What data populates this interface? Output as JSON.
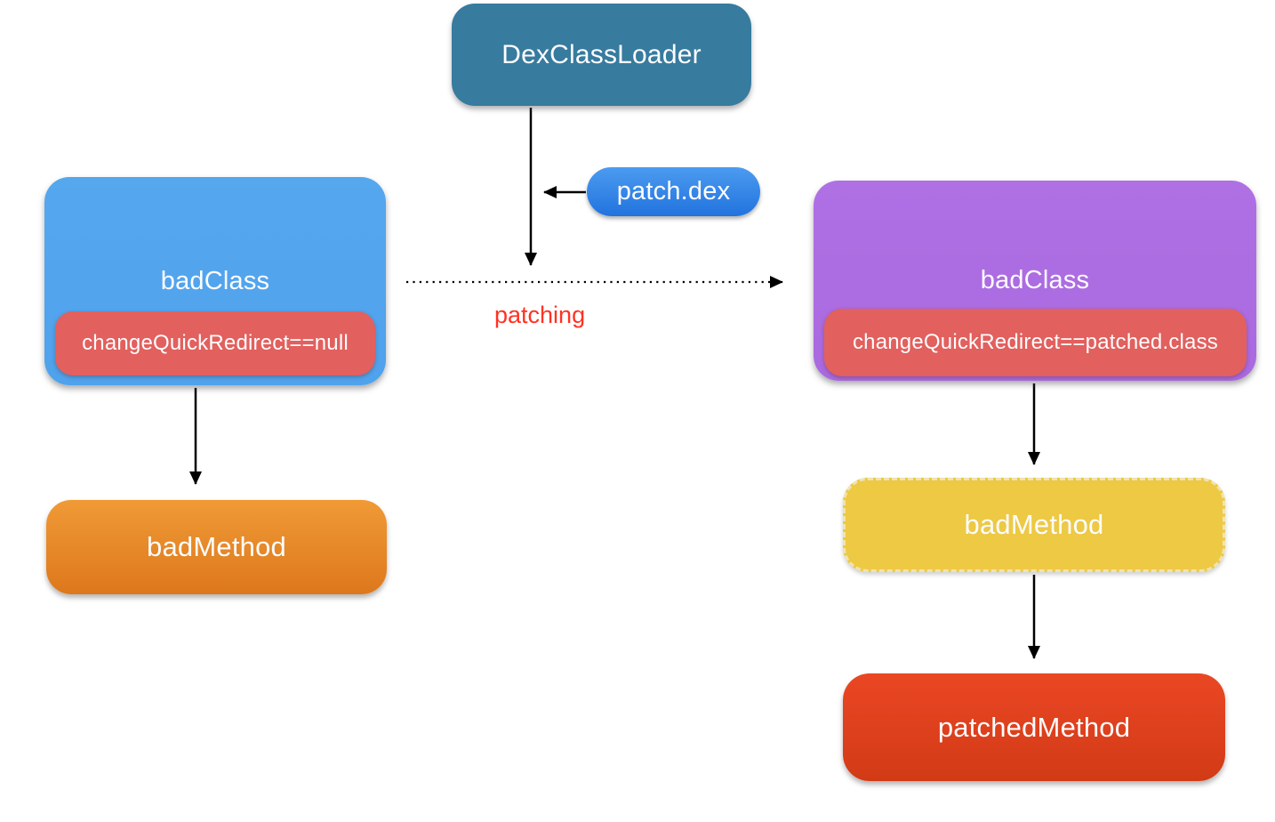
{
  "diagram": {
    "nodes": {
      "dex_class_loader": {
        "label": "DexClassLoader"
      },
      "patch_dex": {
        "label": "patch.dex"
      },
      "bad_class_before": {
        "label": "badClass",
        "field": "changeQuickRedirect==null"
      },
      "bad_class_after": {
        "label": "badClass",
        "field": "changeQuickRedirect==patched.class"
      },
      "bad_method_before": {
        "label": "badMethod"
      },
      "bad_method_after": {
        "label": "badMethod"
      },
      "patched_method": {
        "label": "patchedMethod"
      }
    },
    "edge_labels": {
      "patching": "patching"
    }
  },
  "colors": {
    "canvas-bg": "#ffffff",
    "node-text": "#fcfcfe",
    "dexloader-bg": "#377b9e",
    "patchdex-top": "#4c9bf0",
    "patchdex-bottom": "#2173de",
    "badclass-left-bg": "#4fa2ec",
    "badclass-right-bg": "#aa69e0",
    "redirect-bg": "#e2605d",
    "badmethod-left-top": "#f09a36",
    "badmethod-left-bottom": "#dd781c",
    "badmethod-right-bg": "#edc944",
    "badmethod-right-border": "#f0e3ae",
    "patchedmethod-top": "#ea4724",
    "patchedmethod-bottom": "#d23a16",
    "patching-label-color": "#ff3222",
    "edge-color": "#000000"
  }
}
